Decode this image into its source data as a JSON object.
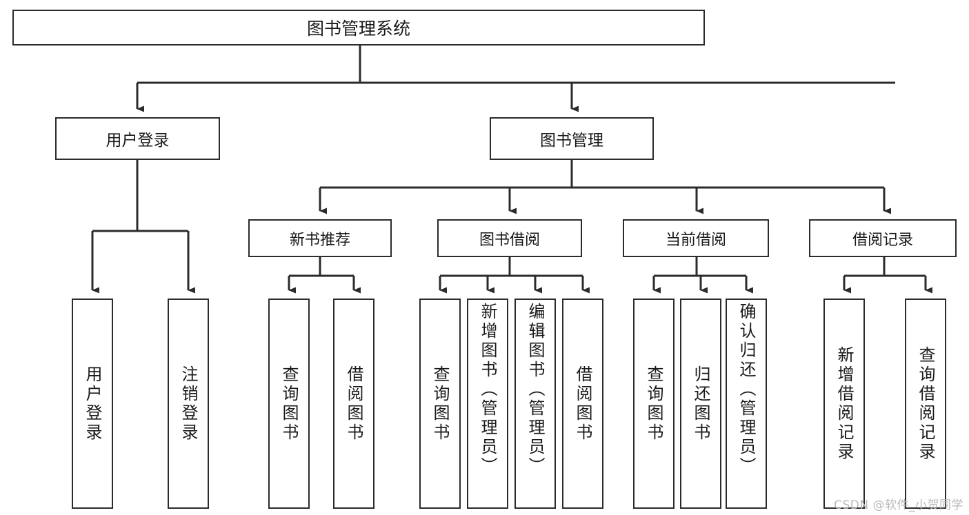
{
  "diagram": {
    "title": "图书管理系统",
    "type": "hierarchy-tree",
    "watermark": "CSDN @软件_小贺同学",
    "colors": {
      "stroke": "#2b2b2b",
      "fill": "#ffffff",
      "text": "#1a1a1a",
      "watermark": "#b8b8b8"
    },
    "nodes": {
      "root": {
        "label": "图书管理系统"
      },
      "level2": [
        {
          "label": "用户登录"
        },
        {
          "label": "图书管理"
        }
      ],
      "level3": [
        {
          "label": "新书推荐"
        },
        {
          "label": "图书借阅"
        },
        {
          "label": "当前借阅"
        },
        {
          "label": "借阅记录"
        }
      ],
      "leaves": {
        "user_login": [
          {
            "label": "用户登录"
          },
          {
            "label": "注销登录"
          }
        ],
        "new_book_recommend": [
          {
            "label": "查询图书"
          },
          {
            "label": "借阅图书"
          }
        ],
        "book_borrow": [
          {
            "label": "查询图书"
          },
          {
            "label": "新增图书（管理员）"
          },
          {
            "label": "编辑图书（管理员）"
          },
          {
            "label": "借阅图书"
          }
        ],
        "current_borrow": [
          {
            "label": "查询图书"
          },
          {
            "label": "归还图书"
          },
          {
            "label": "确认归还（管理员）"
          }
        ],
        "borrow_records": [
          {
            "label": "新增借阅记录"
          },
          {
            "label": "查询借阅记录"
          }
        ]
      }
    }
  }
}
